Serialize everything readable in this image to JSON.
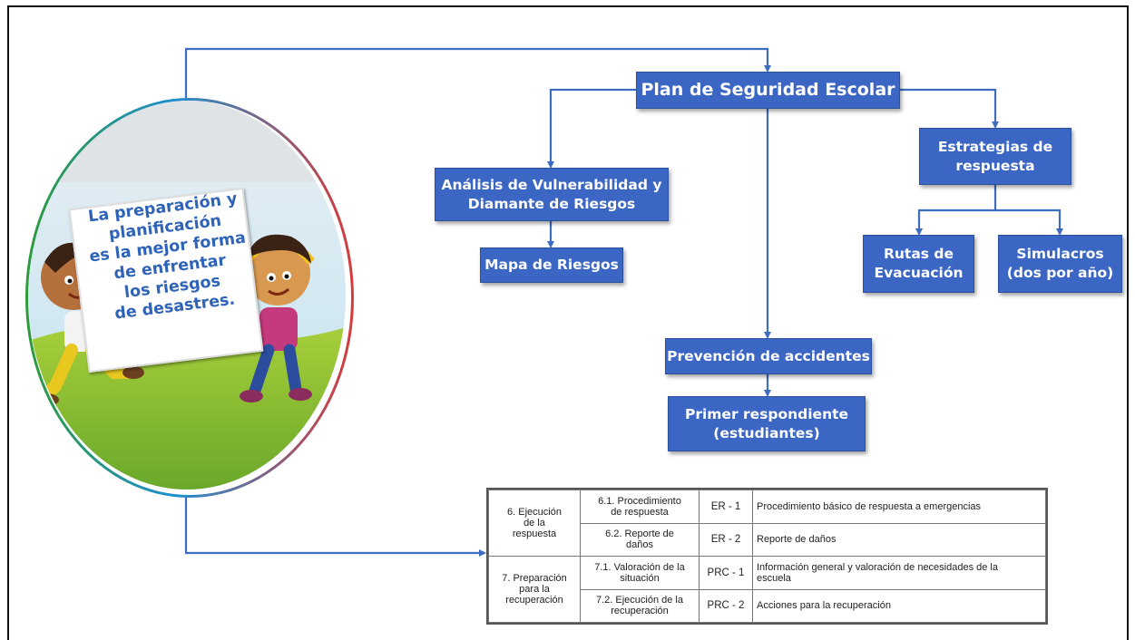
{
  "diagram": {
    "root": "Plan de Seguridad Escolar",
    "analysis": "Análisis de Vulnerabilidad y\nDiamante de Riesgos",
    "map": "Mapa de Riesgos",
    "strategies": "Estrategias de\nrespuesta",
    "routes": "Rutas de\nEvacuación",
    "drills": "Simulacros\n(dos por año)",
    "prevention": "Prevención de accidentes",
    "first_responder": "Primer respondiente\n(estudiantes)"
  },
  "illustration": {
    "sign_text": "La preparación y\nplanificación\nes la mejor forma\nde enfrentar\nlos riesgos\nde desastres."
  },
  "table": {
    "sections": [
      {
        "name": "6. Ejecución\nde la\nrespuesta",
        "rows": [
          {
            "sub": "6.1. Procedimiento\nde respuesta",
            "code": "ER - 1",
            "desc": "Procedimiento básico de respuesta a emergencias"
          },
          {
            "sub": "6.2. Reporte de\ndaños",
            "code": "ER - 2",
            "desc": "Reporte de daños"
          }
        ]
      },
      {
        "name": "7. Preparación\npara la\nrecuperación",
        "rows": [
          {
            "sub": "7.1. Valoración de la\nsituación",
            "code": "PRC - 1",
            "desc": "Información general y valoración de necesidades de la\nescuela"
          },
          {
            "sub": "7.2. Ejecución de la\nrecuperación",
            "code": "PRC - 2",
            "desc": "Acciones para la recuperación"
          }
        ]
      }
    ]
  },
  "colors": {
    "box": "#3b66c4",
    "connector": "#3d6cc0",
    "sign_text": "#2f63b8"
  }
}
